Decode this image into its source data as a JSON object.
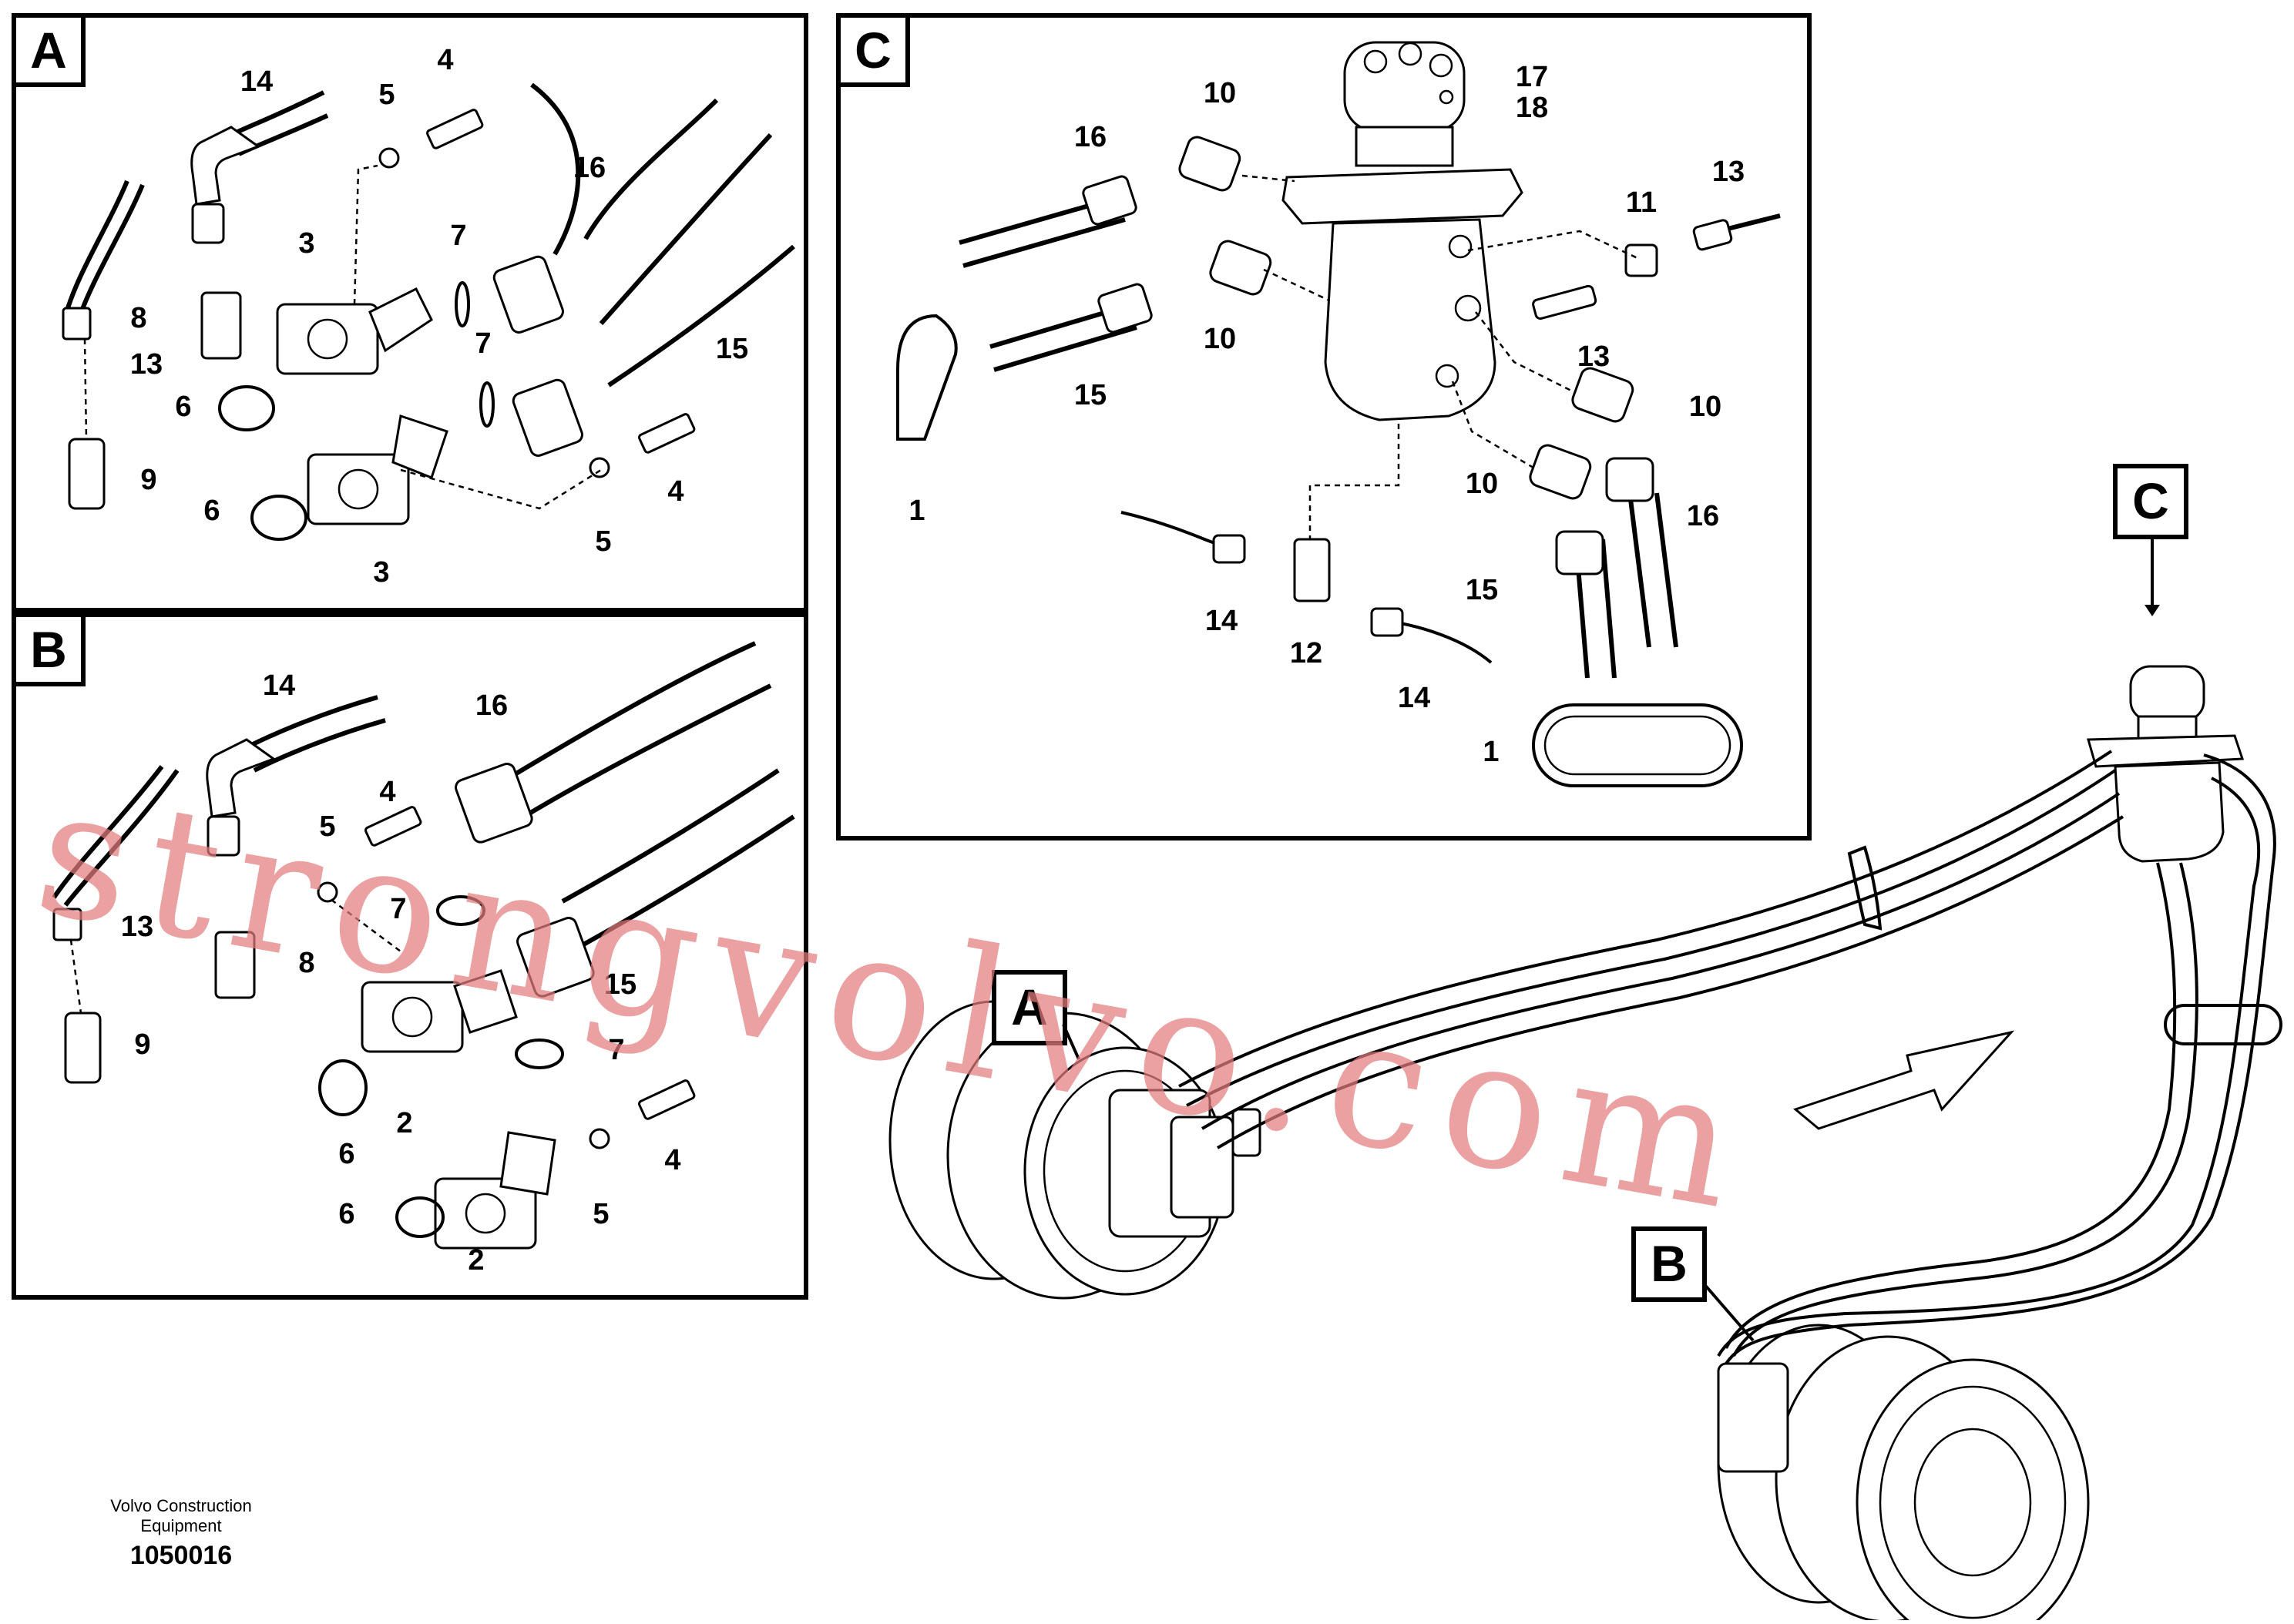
{
  "panels": [
    {
      "id": "A",
      "letter": "A"
    },
    {
      "id": "B",
      "letter": "B"
    },
    {
      "id": "C",
      "letter": "C"
    }
  ],
  "callouts": {
    "A": [
      "14",
      "4",
      "5",
      "16",
      "3",
      "7",
      "8",
      "13",
      "7",
      "15",
      "6",
      "4",
      "9",
      "6",
      "5",
      "3"
    ],
    "B": [
      "14",
      "16",
      "4",
      "5",
      "13",
      "7",
      "8",
      "15",
      "9",
      "7",
      "2",
      "6",
      "4",
      "6",
      "5",
      "2"
    ],
    "C": [
      "17",
      "18",
      "10",
      "16",
      "11",
      "13",
      "10",
      "13",
      "15",
      "10",
      "1",
      "10",
      "16",
      "15",
      "14",
      "12",
      "14",
      "1"
    ]
  },
  "main_labels": {
    "A": "A",
    "B": "B",
    "C": "C"
  },
  "footer": {
    "company_line1": "Volvo Construction",
    "company_line2": "Equipment",
    "drawing_number": "1050016"
  },
  "watermark": "strongvolvo.com"
}
